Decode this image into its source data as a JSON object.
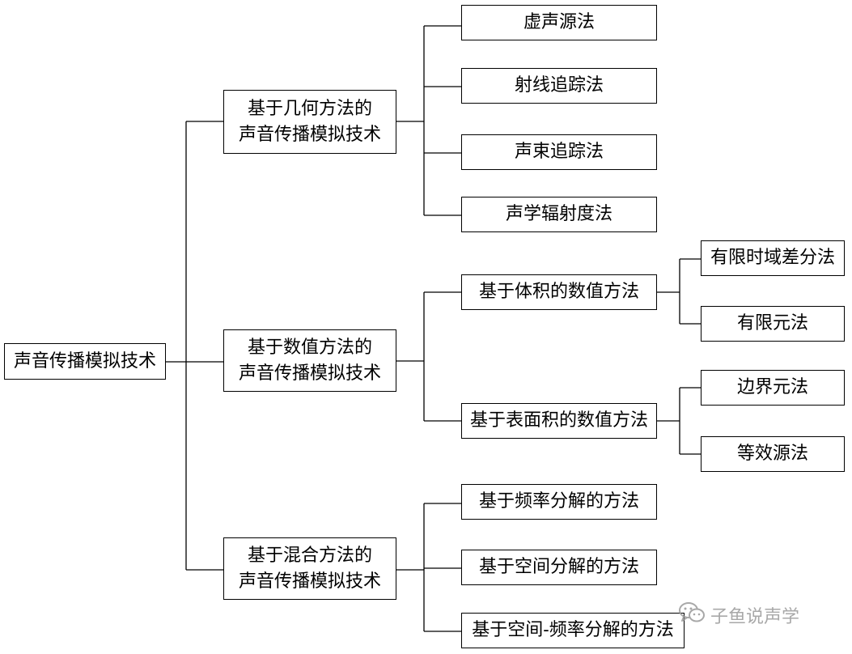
{
  "root": {
    "label": "声音传播模拟技术"
  },
  "branches": [
    {
      "label": "基于几何方法的\n声音传播模拟技术",
      "children": [
        {
          "label": "虚声源法"
        },
        {
          "label": "射线追踪法"
        },
        {
          "label": "声束追踪法"
        },
        {
          "label": "声学辐射度法"
        }
      ]
    },
    {
      "label": "基于数值方法的\n声音传播模拟技术",
      "children": [
        {
          "label": "基于体积的数值方法",
          "children": [
            {
              "label": "有限时域差分法"
            },
            {
              "label": "有限元法"
            }
          ]
        },
        {
          "label": "基于表面积的数值方法",
          "children": [
            {
              "label": "边界元法"
            },
            {
              "label": "等效源法"
            }
          ]
        }
      ]
    },
    {
      "label": "基于混合方法的\n声音传播模拟技术",
      "children": [
        {
          "label": "基于频率分解的方法"
        },
        {
          "label": "基于空间分解的方法"
        },
        {
          "label": "基于空间-频率分解的方法"
        }
      ]
    }
  ],
  "watermark": {
    "text": "子鱼说声学",
    "icon": "wechat-icon"
  }
}
